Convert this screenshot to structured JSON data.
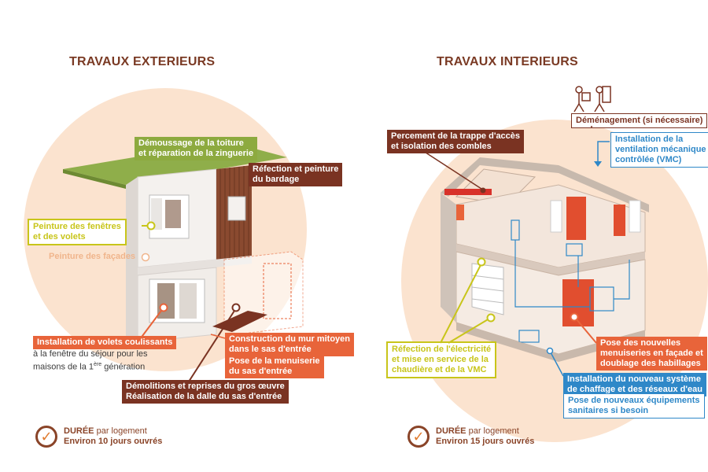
{
  "exterior": {
    "title": "TRAVAUX EXTERIEURS",
    "labels": {
      "roof": [
        "Démoussage de la toiture",
        "et réparation de la zinguerie"
      ],
      "cladding": [
        "Réfection et peinture",
        "du bardage"
      ],
      "windows": [
        "Peinture des fenêtres",
        "et des volets"
      ],
      "facades": "Peinture des façades",
      "sliding_shutters": "Installation de volets coulissants",
      "sliding_note": [
        "à la fenêtre du séjour pour les",
        "maisons de la 1",
        "ère",
        " génération"
      ],
      "party_wall": [
        "Construction du mur mitoyen",
        "dans le sas d'entrée"
      ],
      "joinery": [
        "Pose de la menuiserie",
        "du sas d'entrée"
      ],
      "demolition": [
        "Démolitions et reprises du gros œuvre",
        "Réalisation de la dalle du sas d'entrée"
      ]
    },
    "duration": {
      "label": "DURÉE",
      "suffix": "par logement",
      "value": "Environ 10 jours ouvrés"
    }
  },
  "interior": {
    "title": "TRAVAUX INTERIEURS",
    "labels": {
      "moving": "Déménagement (si nécessaire)",
      "attic": [
        "Percement de la trappe d'accès",
        "et isolation des combles"
      ],
      "ventilation": [
        "Installation de la",
        "ventilation mécanique",
        "contrôlée (VMC)"
      ],
      "electricity": [
        "Réfection de l'électricité",
        "et mise en service de la",
        "chaudière et de la VMC"
      ],
      "new_joinery": [
        "Pose des nouvelles",
        "menuiseries en façade et",
        "doublage des habillages"
      ],
      "heating": [
        "Installation du nouveau système",
        "de chaffage et des réseaux d'eau"
      ],
      "sanitary": [
        "Pose de nouveaux équipements",
        "sanitaires si besoin"
      ]
    },
    "duration": {
      "label": "DURÉE",
      "suffix": "par logement",
      "value": "Environ 15 jours ouvrés"
    }
  },
  "colors": {
    "green": "#8daa3f",
    "lime": "#c8c51a",
    "brown": "#7a3322",
    "orange": "#e8643a",
    "blue": "#2f88c8",
    "peach": "#fbe3cf"
  }
}
